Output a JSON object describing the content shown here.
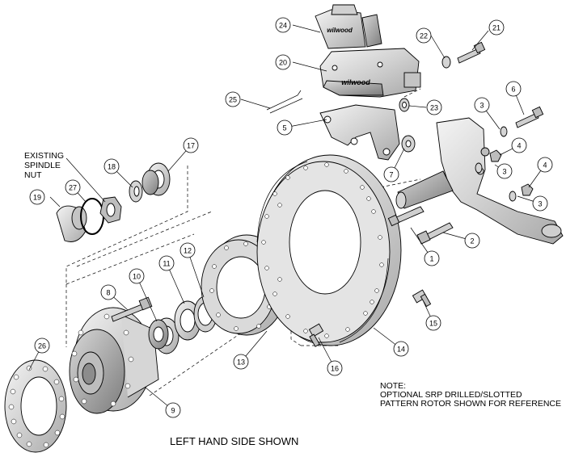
{
  "callouts": [
    "1",
    "2",
    "3",
    "4",
    "5",
    "6",
    "7",
    "8",
    "9",
    "10",
    "11",
    "12",
    "13",
    "14",
    "15",
    "16",
    "17",
    "18",
    "19",
    "20",
    "21",
    "22",
    "23",
    "24",
    "25",
    "26",
    "27"
  ],
  "existing_label": [
    "EXISTING",
    "SPINDLE",
    "NUT"
  ],
  "caliper_brand": "wilwood",
  "note_lines": [
    "NOTE:",
    "OPTIONAL SRP DRILLED/SLOTTED",
    "PATTERN ROTOR SHOWN FOR REFERENCE"
  ],
  "caption": "LEFT HAND SIDE SHOWN",
  "colors": {
    "line": "#000000",
    "metal_light": "#e6e6e6",
    "metal_mid": "#c8c8c8",
    "metal_dark": "#9a9a9a",
    "callout_fill": "#ffffff"
  }
}
